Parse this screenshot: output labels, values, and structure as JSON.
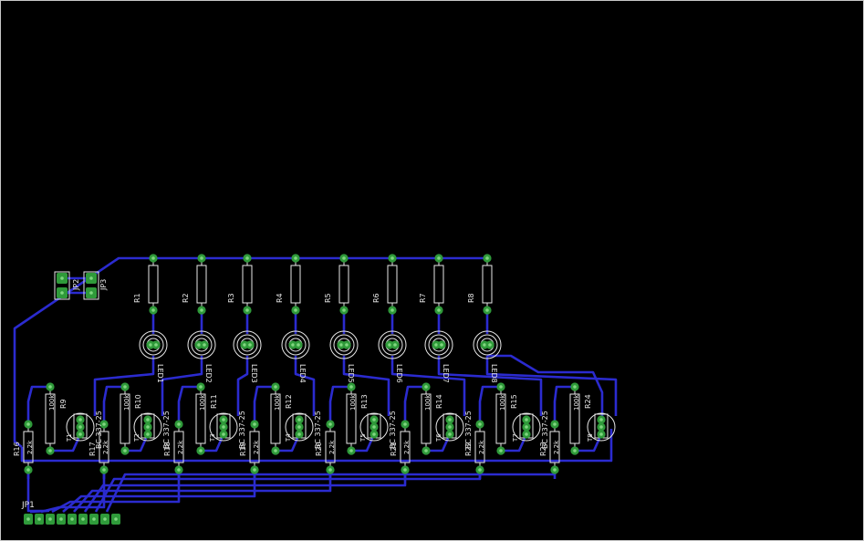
{
  "canvas": {
    "background": "#000000",
    "frame_color": "#c8c8c8"
  },
  "colors": {
    "trace": "#2b2bcf",
    "pad": "#2f9a3a",
    "pad_hole": "#7fd67f",
    "silk": "#e8e8e8"
  },
  "leds": [
    {
      "r": "R1",
      "led": "LED1",
      "rb": "R9",
      "rbv": "100k",
      "q": "T1",
      "qv": "BC 337-25",
      "re": "R16",
      "rev": "2.2k"
    },
    {
      "r": "R2",
      "led": "LED2",
      "rb": "R10",
      "rbv": "100k",
      "q": "T2",
      "qv": "BC 337-25",
      "re": "R17",
      "rev": "2.2k"
    },
    {
      "r": "R3",
      "led": "LED3",
      "rb": "R11",
      "rbv": "100k",
      "q": "T3",
      "qv": "BC 337-25",
      "re": "R18",
      "rev": "2.2k"
    },
    {
      "r": "R4",
      "led": "LED4",
      "rb": "R12",
      "rbv": "100k",
      "q": "T4",
      "qv": "BC 337-25",
      "re": "R19",
      "rev": "2.2k"
    },
    {
      "r": "R5",
      "led": "LED5",
      "rb": "R13",
      "rbv": "100k",
      "q": "T5",
      "qv": "BC 337-25",
      "re": "R20",
      "rev": "2.2k"
    },
    {
      "r": "R6",
      "led": "LED6",
      "rb": "R14",
      "rbv": "100k",
      "q": "T6",
      "qv": "BC 337-25",
      "re": "R21",
      "rev": "2.2k"
    },
    {
      "r": "R7",
      "led": "LED7",
      "rb": "R15",
      "rbv": "100k",
      "q": "T7",
      "qv": "BC 337-25",
      "re": "R22",
      "rev": "2.2k"
    },
    {
      "r": "R8",
      "led": "LED8",
      "rb": "R24",
      "rbv": "100k",
      "q": "T8",
      "qv": "",
      "re": "R23",
      "rev": "2.2k"
    }
  ],
  "jumpers": {
    "jp1": "JP1",
    "jp2": "JP2",
    "jp3": "JP3"
  }
}
